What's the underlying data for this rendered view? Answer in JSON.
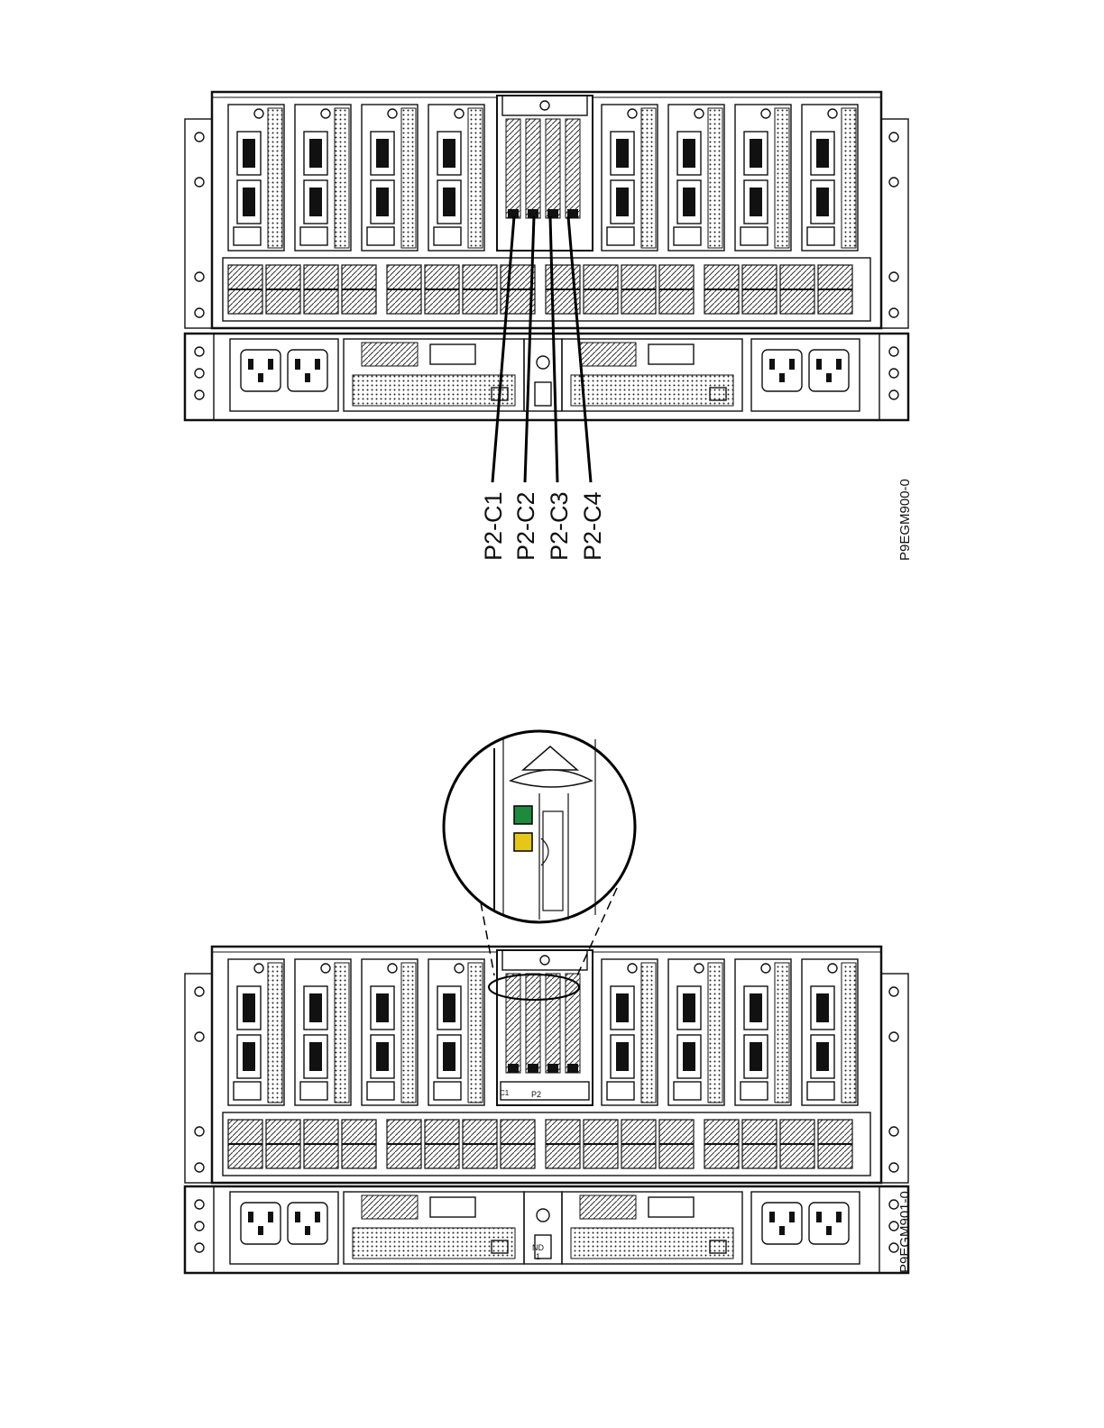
{
  "figures": [
    {
      "figure_id": "P9EGM900-0",
      "callouts": [
        "P2-C1",
        "P2-C2",
        "P2-C3",
        "P2-C4"
      ]
    },
    {
      "figure_id": "P9EGM901-0",
      "led_colors": {
        "green": "#1e8a3c",
        "amber": "#e6c619"
      },
      "enclosure_labels": {
        "p2": "P2",
        "nd": "ND",
        "nd_num": "1",
        "c1": "C1"
      }
    }
  ]
}
